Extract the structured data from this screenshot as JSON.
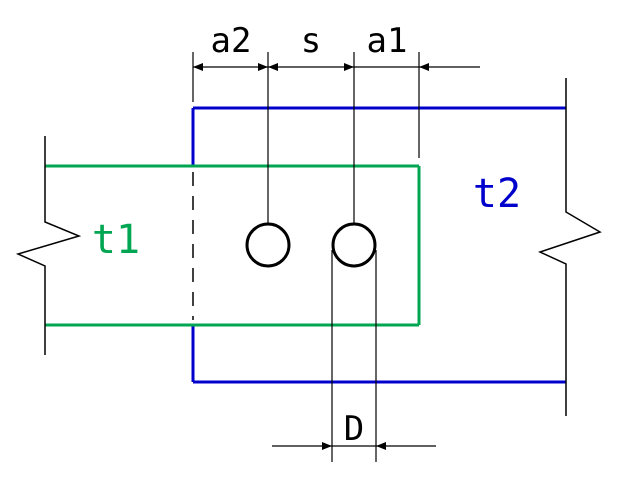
{
  "labels": {
    "a2": "a2",
    "s": "s",
    "a1": "a1",
    "t1": "t1",
    "t2": "t2",
    "D": "D"
  },
  "colors": {
    "t1_plate": "#00a651",
    "t2_plate": "#0000cc",
    "dimension": "#000000",
    "background": "#ffffff"
  }
}
